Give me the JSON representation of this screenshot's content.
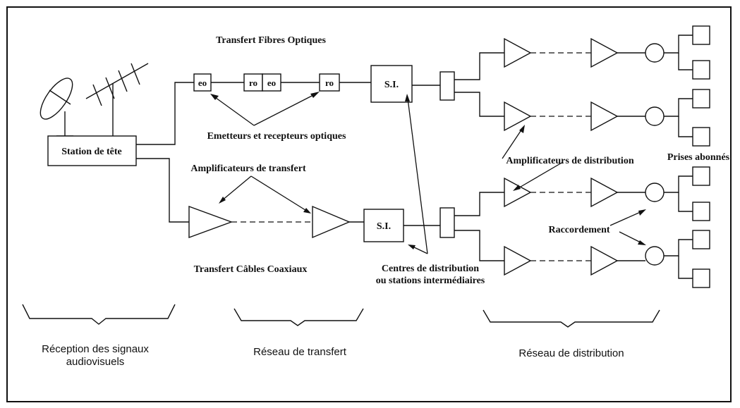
{
  "labels": {
    "fiber_transfer": "Transfert Fibres Optiques",
    "head_station": "Station de tête",
    "eo": "eo",
    "ro": "ro",
    "si": "S.I.",
    "optical_tx_rx": "Emetteurs et recepteurs optiques",
    "transfer_amplifiers": "Amplificateurs de transfert",
    "coax_transfer": "Transfert Câbles Coaxiaux",
    "distribution_centres_line1": "Centres de distribution",
    "distribution_centres_line2": "ou stations intermédiaires",
    "distribution_amplifiers": "Amplificateurs de distribution",
    "subscriber_outlets": "Prises abonnés",
    "connection": "Raccordement"
  },
  "sections": {
    "reception_line1": "Réception des signaux",
    "reception_line2": "audiovisuels",
    "transfer_network": "Réseau de transfert",
    "distribution_network": "Réseau de distribution"
  }
}
